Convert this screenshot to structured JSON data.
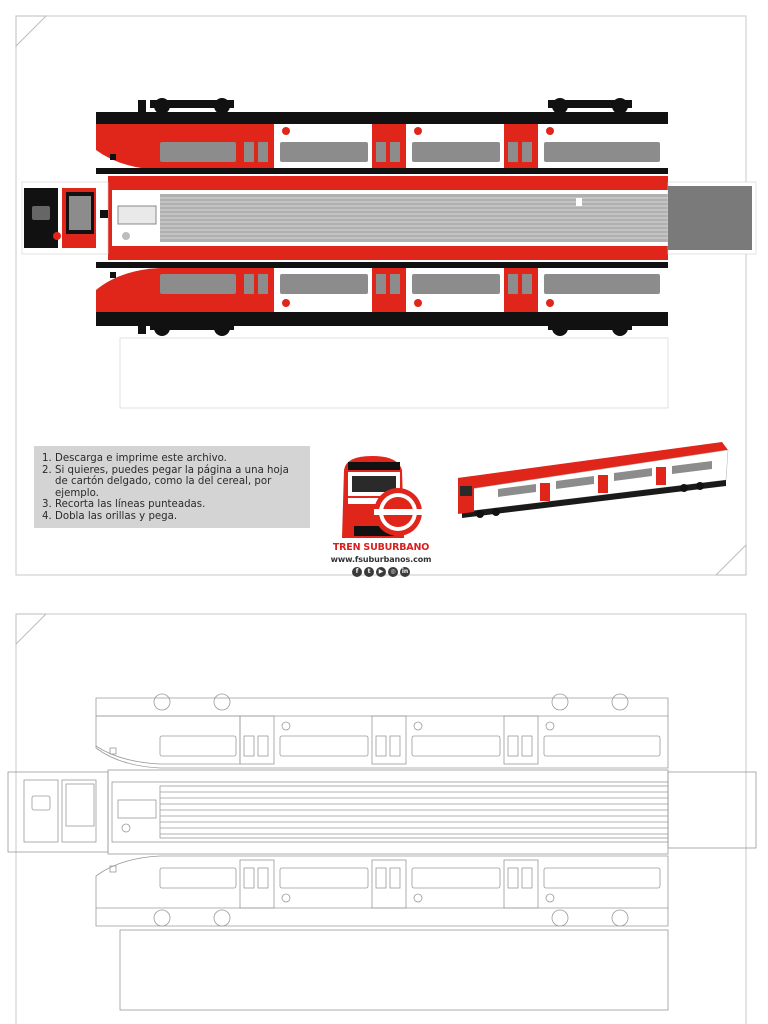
{
  "instructions": [
    {
      "num": "1.",
      "text": "Descarga e imprime este archivo."
    },
    {
      "num": "2.",
      "text": "Si quieres, puedes pegar la página a una hoja de cartón delgado, como la del cereal, por ejemplo."
    },
    {
      "num": "3.",
      "text": "Recorta las líneas punteadas."
    },
    {
      "num": "4.",
      "text": "Dobla las orillas y pega."
    }
  ],
  "brand": {
    "name": "TREN SUBURBANO",
    "url": "www.fsuburbanos.com",
    "social_icons": [
      "facebook-icon",
      "twitter-icon",
      "youtube-icon",
      "instagram-icon",
      "linkedin-icon"
    ]
  },
  "colors": {
    "accent_red": "#e0251b",
    "dark": "#1a1a1a",
    "window_gray": "#8c8c8c",
    "panel_gray": "#d4d4d4"
  }
}
